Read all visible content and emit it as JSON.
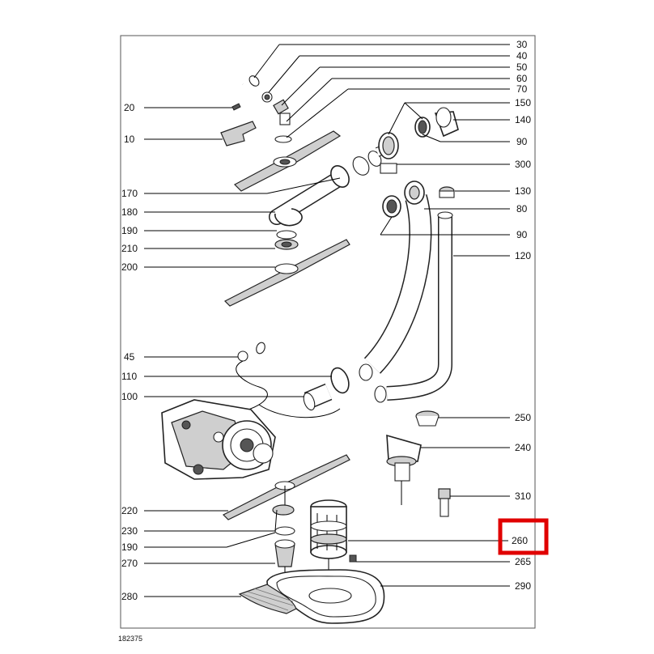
{
  "reference_code": "182375",
  "highlight_color": "#e00000",
  "callouts": {
    "c30": "30",
    "c40": "40",
    "c50": "50",
    "c60": "60",
    "c70": "70",
    "c150": "150",
    "c140": "140",
    "c90a": "90",
    "c300": "300",
    "c130": "130",
    "c80": "80",
    "c90b": "90",
    "c120": "120",
    "c20": "20",
    "c10": "10",
    "c170": "170",
    "c180": "180",
    "c190a": "190",
    "c210": "210",
    "c200": "200",
    "c45": "45",
    "c110": "110",
    "c100": "100",
    "c250": "250",
    "c240": "240",
    "c310": "310",
    "c220": "220",
    "c230": "230",
    "c190b": "190",
    "c270": "270",
    "c280": "280",
    "c260": "260",
    "c265": "265",
    "c290": "290"
  }
}
